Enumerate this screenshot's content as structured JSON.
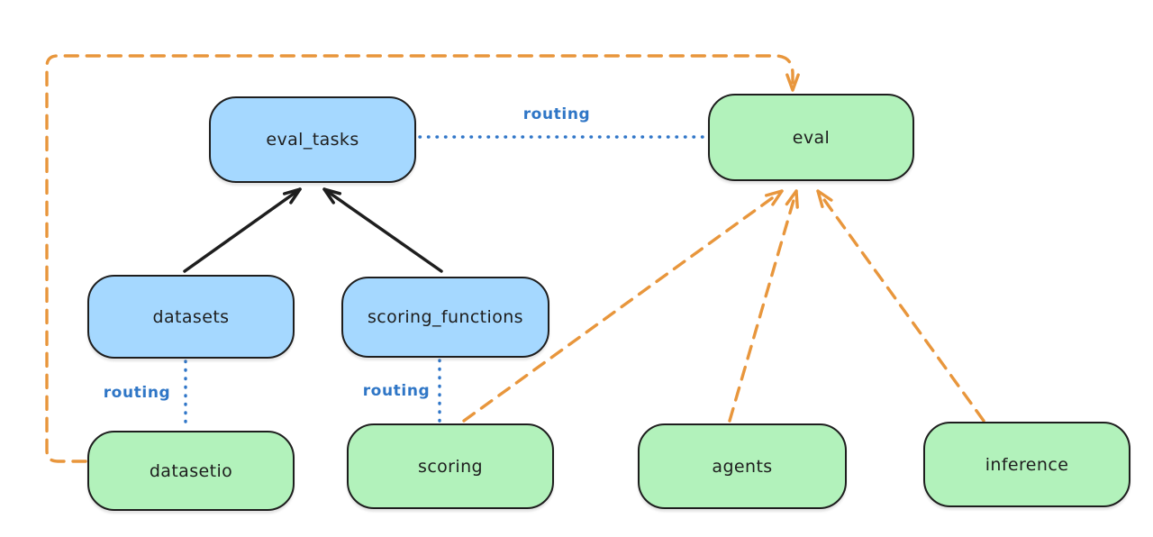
{
  "diagram": {
    "nodes": {
      "eval_tasks": {
        "label": "eval_tasks",
        "fill": "#a5d8ff"
      },
      "eval": {
        "label": "eval",
        "fill": "#b2f2bb"
      },
      "datasets": {
        "label": "datasets",
        "fill": "#a5d8ff"
      },
      "scoring_functions": {
        "label": "scoring_functions",
        "fill": "#a5d8ff"
      },
      "datasetio": {
        "label": "datasetio",
        "fill": "#b2f2bb"
      },
      "scoring": {
        "label": "scoring",
        "fill": "#b2f2bb"
      },
      "agents": {
        "label": "agents",
        "fill": "#b2f2bb"
      },
      "inference": {
        "label": "inference",
        "fill": "#b2f2bb"
      }
    },
    "edges": [
      {
        "from": "datasets",
        "to": "eval_tasks",
        "style": "solid-arrow",
        "color": "#1e1e1e"
      },
      {
        "from": "scoring_functions",
        "to": "eval_tasks",
        "style": "solid-arrow",
        "color": "#1e1e1e"
      },
      {
        "from": "eval_tasks",
        "to": "eval",
        "style": "dotted",
        "color": "#3076c8",
        "label": "routing"
      },
      {
        "from": "datasets",
        "to": "datasetio",
        "style": "dotted",
        "color": "#3076c8",
        "label": "routing"
      },
      {
        "from": "scoring_functions",
        "to": "scoring",
        "style": "dotted",
        "color": "#3076c8",
        "label": "routing"
      },
      {
        "from": "datasetio",
        "to": "eval",
        "style": "dashed-arrow",
        "color": "#e8963c"
      },
      {
        "from": "scoring",
        "to": "eval",
        "style": "dashed-arrow",
        "color": "#e8963c"
      },
      {
        "from": "agents",
        "to": "eval",
        "style": "dashed-arrow",
        "color": "#e8963c"
      },
      {
        "from": "inference",
        "to": "eval",
        "style": "dashed-arrow",
        "color": "#e8963c"
      }
    ],
    "colors": {
      "blue_fill": "#a5d8ff",
      "green_fill": "#b2f2bb",
      "stroke": "#1e1e1e",
      "orange_connector": "#e8963c",
      "blue_connector": "#3076c8",
      "background": "#ffffff"
    }
  }
}
